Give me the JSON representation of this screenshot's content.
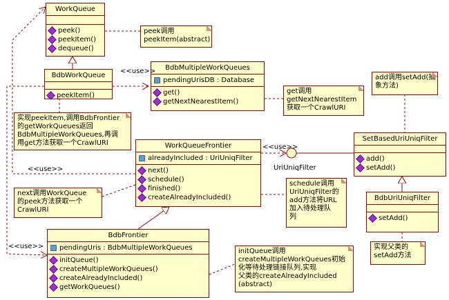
{
  "classes": {
    "workqueue": {
      "name": "WorkQueue",
      "ops": [
        "peek()",
        "peekItem()",
        "dequeue()"
      ]
    },
    "bdbworkqueue": {
      "name": "BdbWorkQueue",
      "ops": [
        "peekItem()"
      ]
    },
    "bdbmultipleworkqueues": {
      "name": "BdbMultipleWorkQueues",
      "attrs": [
        "pendingUrisDB : Database"
      ],
      "ops": [
        "get()",
        "getNextNearestItem()"
      ]
    },
    "workqueuefrontier": {
      "name": "WorkQueueFrontier",
      "attrs": [
        "alreadyIncluded : UriUniqFilter"
      ],
      "ops": [
        "next()",
        "schedule()",
        "finished()",
        "createAlreadyIncluded()"
      ]
    },
    "bdbfrontier": {
      "name": "BdbFrontier",
      "attrs": [
        "pendingUris : BdbMultipleWorkQueues"
      ],
      "ops": [
        "initQueue()",
        "createMultipleWorkQueues()",
        "createAlreadyIncluded()",
        "getWorkQueues()"
      ]
    },
    "setbaseduriuniqfilter": {
      "name": "SetBasedUriUniqFilter",
      "ops": [
        "add()",
        "setAdd()"
      ]
    },
    "bdburiuniqfilter": {
      "name": "BdbUriUniqFilter",
      "ops": [
        "setAdd()"
      ]
    }
  },
  "notes": {
    "peek": "peek调用\npeekItem(abstract)",
    "get": "get调用\ngetNextNearestItem\n获取一个CrawlURI",
    "add": "add调用setAdd(抽\n象方法)",
    "peekitem": "实现peekItem,调用BdbFrontier\n的getWorkQueues返回\nBdbMultipleWorkQueues,再调\n用get方法获取一个CrawlURI",
    "next": "next调用WorkQueue\n的peek方法获取一个\nCrawlURI",
    "schedule": "schedule调用\nUriUniqFilter的\nadd方法将URL\n加入待处理队\n列",
    "setadd": "实现父类的\nsetAdd方法",
    "initqueue": "initQueue调用\ncreateMultipleWorkQueues初始\n化等待处理链接队列,实现\n父类的createAlreadyIncluded\n(abstract)"
  },
  "labels": {
    "use_top": "<<use>>",
    "use_left": "<<use>>",
    "use_right": "<<use>>",
    "use_bottom": "<<use>>",
    "interface": "UriUniqFilter"
  }
}
